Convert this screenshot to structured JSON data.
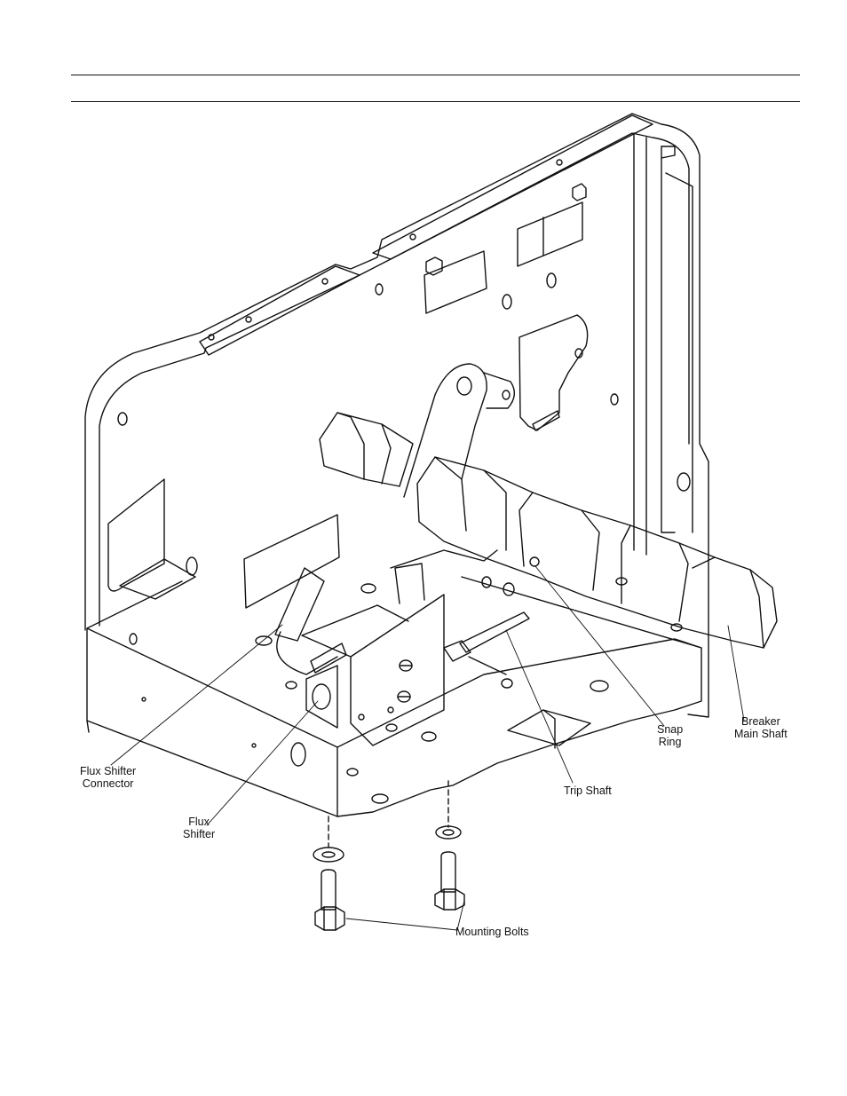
{
  "callouts": {
    "breaker_main_shaft": [
      "Breaker",
      "Main Shaft"
    ],
    "snap_ring": [
      "Snap",
      "Ring"
    ],
    "flux_shifter_connector": [
      "Flux Shifter",
      "Connector"
    ],
    "trip_shaft": "Trip Shaft",
    "flux_shifter": [
      "Flux",
      "Shifter"
    ],
    "mounting_bolts": "Mounting Bolts"
  },
  "colors": {
    "line": "#111111",
    "background": "#ffffff"
  }
}
